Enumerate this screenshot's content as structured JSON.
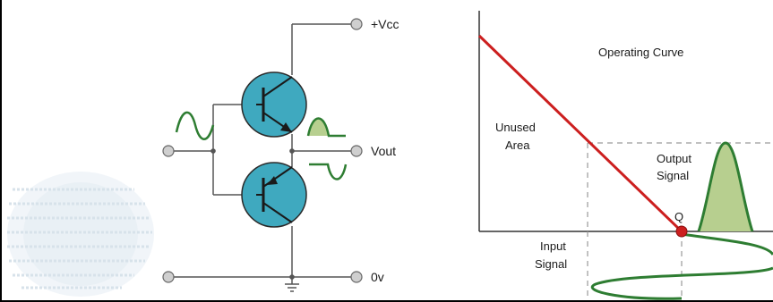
{
  "circuit": {
    "vcc_label": "+Vcc",
    "vout_label": "Vout",
    "ground_label": "0v"
  },
  "curve": {
    "operating_curve_label": "Operating Curve",
    "unused_area_label": [
      "Unused",
      "Area"
    ],
    "output_signal_label": [
      "Output",
      "Signal"
    ],
    "input_signal_label": [
      "Input",
      "Signal"
    ],
    "q_point_label": "Q"
  },
  "colors": {
    "transistor_fill": "#3fa9bf",
    "wire": "#555555",
    "signal_green": "#2e7d32",
    "signal_fill": "#b7cf8f",
    "load_line_red": "#cc1f1f",
    "q_point": "#cc1f1f",
    "dashed": "#9a9a9a"
  }
}
